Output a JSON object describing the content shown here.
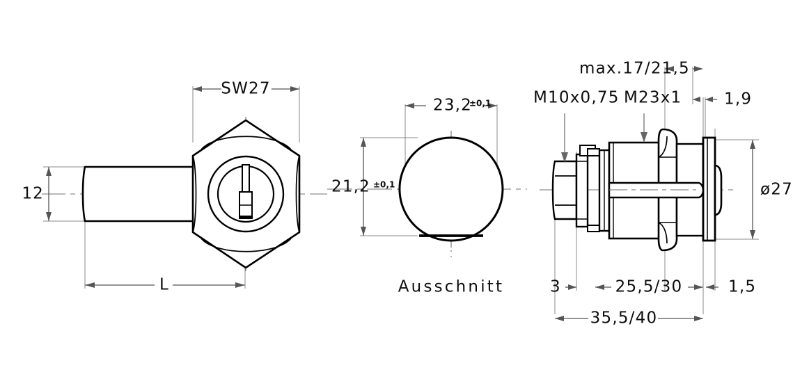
{
  "drawing": {
    "title": "Technical dimension drawing",
    "colors": {
      "outline": "#000000",
      "dimension_line": "#555555",
      "center_line": "#777777",
      "text": "#0d0d0d",
      "background": "#ffffff"
    },
    "views": [
      {
        "id": "front-view",
        "name": "Front view with hexagon nut and key shank"
      },
      {
        "id": "cutout-view",
        "name": "Panel cut-out",
        "caption": "Ausschnitt"
      },
      {
        "id": "side-view",
        "name": "Side section view of lock body"
      }
    ],
    "dimensions": {
      "sw27": "SW27",
      "twelve": "12",
      "length_l": "L",
      "cutout_width": "23,2",
      "cutout_width_tol": "±0,1",
      "cutout_height": "21,2",
      "cutout_height_tol": "±0,1",
      "cutout_caption": "Ausschnitt",
      "thread_small": "M10x0,75",
      "thread_large": "M23x1",
      "max_grip": "max.17/21,5",
      "diameter": "ø27",
      "one_nine": "1,9",
      "one_five": "1,5",
      "three": "3",
      "body_length": "25,5/30",
      "total_length": "35,5/40"
    }
  }
}
